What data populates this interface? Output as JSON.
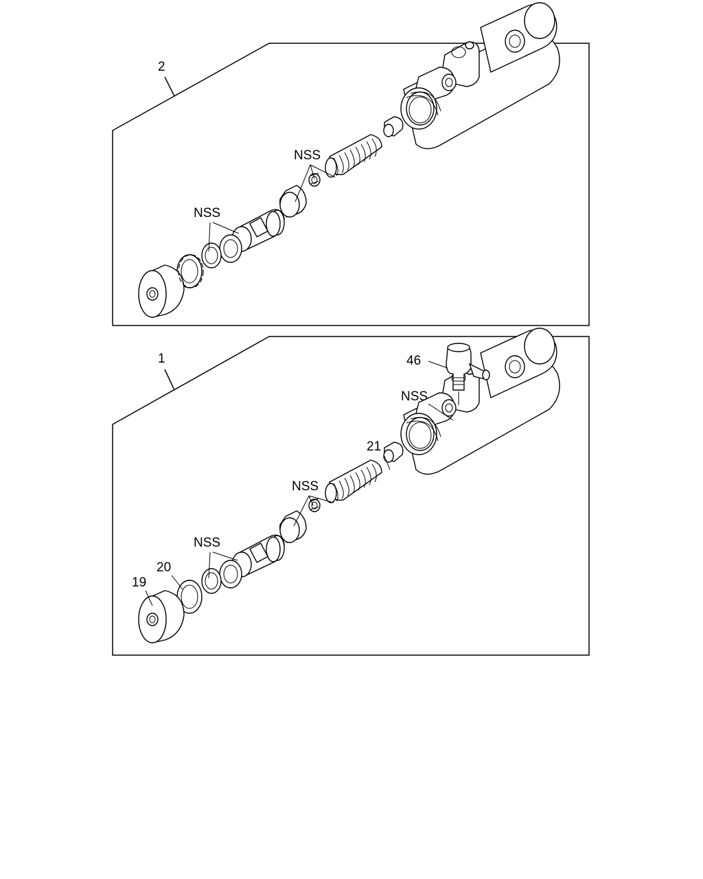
{
  "panel_top": {
    "number": "2",
    "callouts": [
      {
        "id": "nss-left",
        "text": "NSS"
      },
      {
        "id": "nss-mid",
        "text": "NSS"
      }
    ]
  },
  "panel_bottom": {
    "number": "1",
    "callouts": [
      {
        "id": "c46",
        "text": "46"
      },
      {
        "id": "nss-top",
        "text": "NSS"
      },
      {
        "id": "c21",
        "text": "21"
      },
      {
        "id": "nss-mid",
        "text": "NSS"
      },
      {
        "id": "nss-left",
        "text": "NSS"
      },
      {
        "id": "c20",
        "text": "20"
      },
      {
        "id": "c19",
        "text": "19"
      }
    ]
  }
}
